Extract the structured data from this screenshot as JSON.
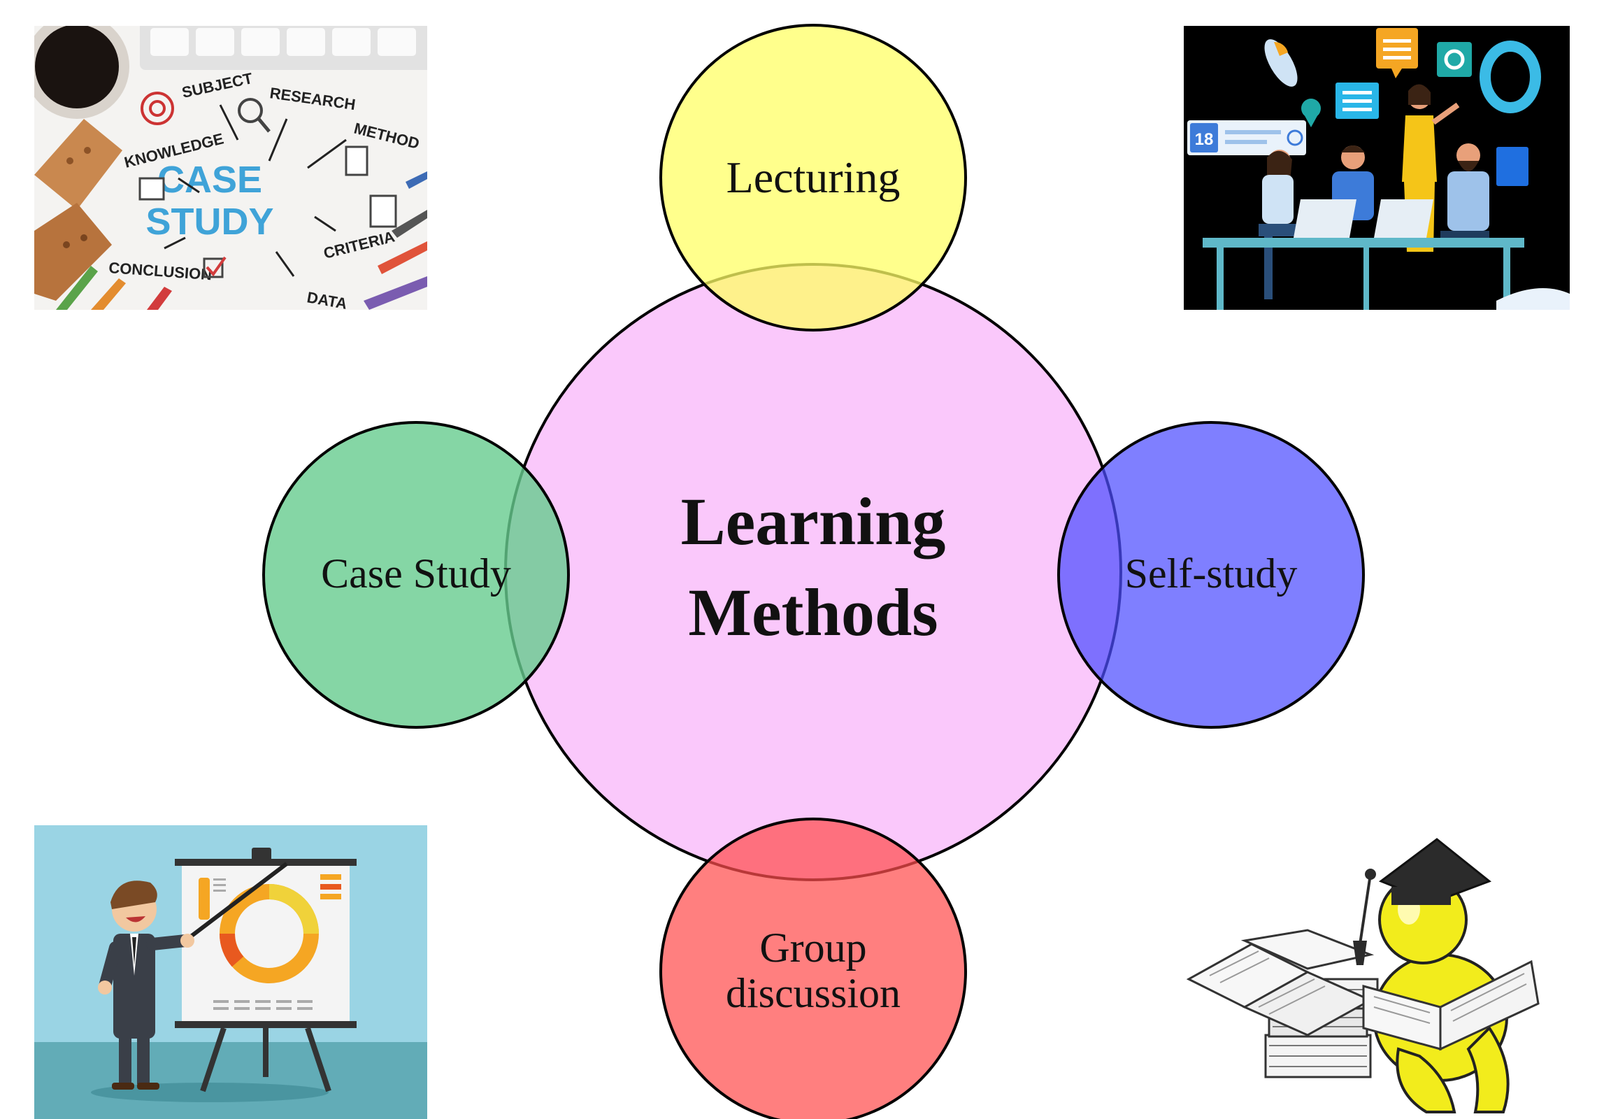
{
  "center": {
    "line1": "Learning",
    "line2": "Methods",
    "fill": "#fac8fb"
  },
  "nodes": {
    "top": {
      "label": "Lecturing",
      "fill": "#ffff66"
    },
    "left": {
      "label": "Case Study",
      "fill": "#66cc8f"
    },
    "right": {
      "label": "Self-study",
      "fill": "#4d4dff"
    },
    "bottom": {
      "line1": "Group",
      "line2": "discussion",
      "fill": "#ff4d4d"
    }
  },
  "images": {
    "case_study": {
      "center_top": "CASE",
      "center_bottom": "STUDY",
      "words": [
        "SUBJECT",
        "RESEARCH",
        "METHOD",
        "KNOWLEDGE",
        "CRITERIA",
        "CONCLUSION",
        "DATA"
      ]
    },
    "team_meeting": {
      "date_badge": "18"
    },
    "presenter": {},
    "reader": {}
  }
}
